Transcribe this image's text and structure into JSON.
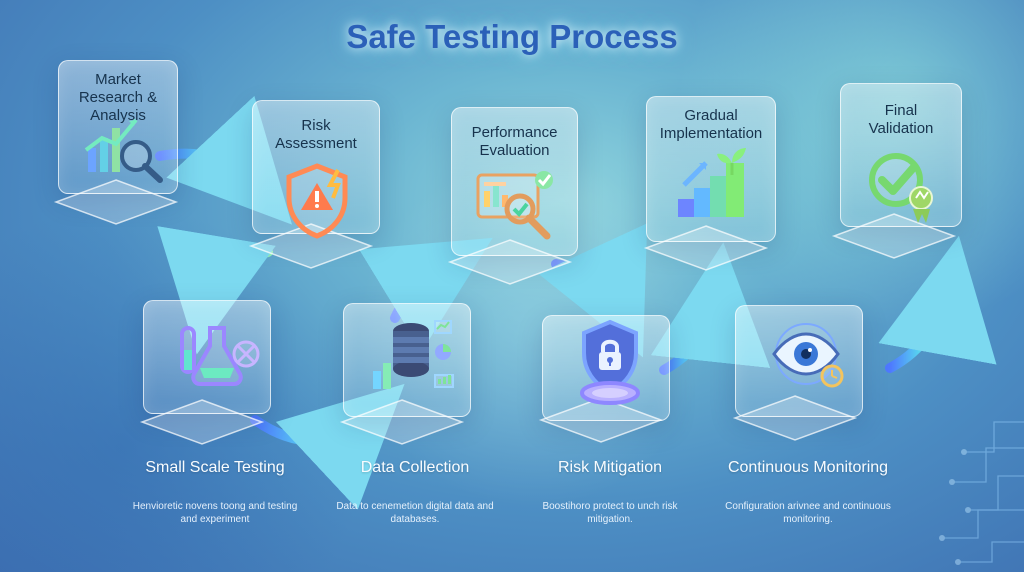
{
  "title": "Safe Testing Process",
  "top_steps": [
    {
      "label": "Market Research & Analysis",
      "icon": "chart-search-icon"
    },
    {
      "label": "Risk Assessment",
      "icon": "warning-shield-icon"
    },
    {
      "label": "Performance Evaluation",
      "icon": "dashboard-magnifier-icon"
    },
    {
      "label": "Gradual Implementation",
      "icon": "growth-blocks-icon"
    },
    {
      "label": "Final Validation",
      "icon": "check-badge-icon"
    }
  ],
  "middle_steps": [
    {
      "title": "Small Scale Testing",
      "description": "Henvioretic novens toong and testing and experiment",
      "icon": "lab-flask-icon"
    },
    {
      "title": "Data Collection",
      "description": "Data to cenemetion digital data and databases.",
      "icon": "database-analytics-icon"
    },
    {
      "title": "Risk Mitigation",
      "description": "Boostihoro protect to unch risk mitigation.",
      "icon": "lock-shield-icon"
    },
    {
      "title": "Continuous Monitoring",
      "description": "Configuration arivnee and continuous monitoring.",
      "icon": "eye-monitor-icon"
    }
  ],
  "colors": {
    "title": "#2b60b8",
    "arrow_blue": "#5c83ff",
    "arrow_teal": "#56e3d3",
    "arrow_green": "#85f0b9",
    "warning_orange": "#ff7b4d",
    "success_green": "#78d86f"
  }
}
